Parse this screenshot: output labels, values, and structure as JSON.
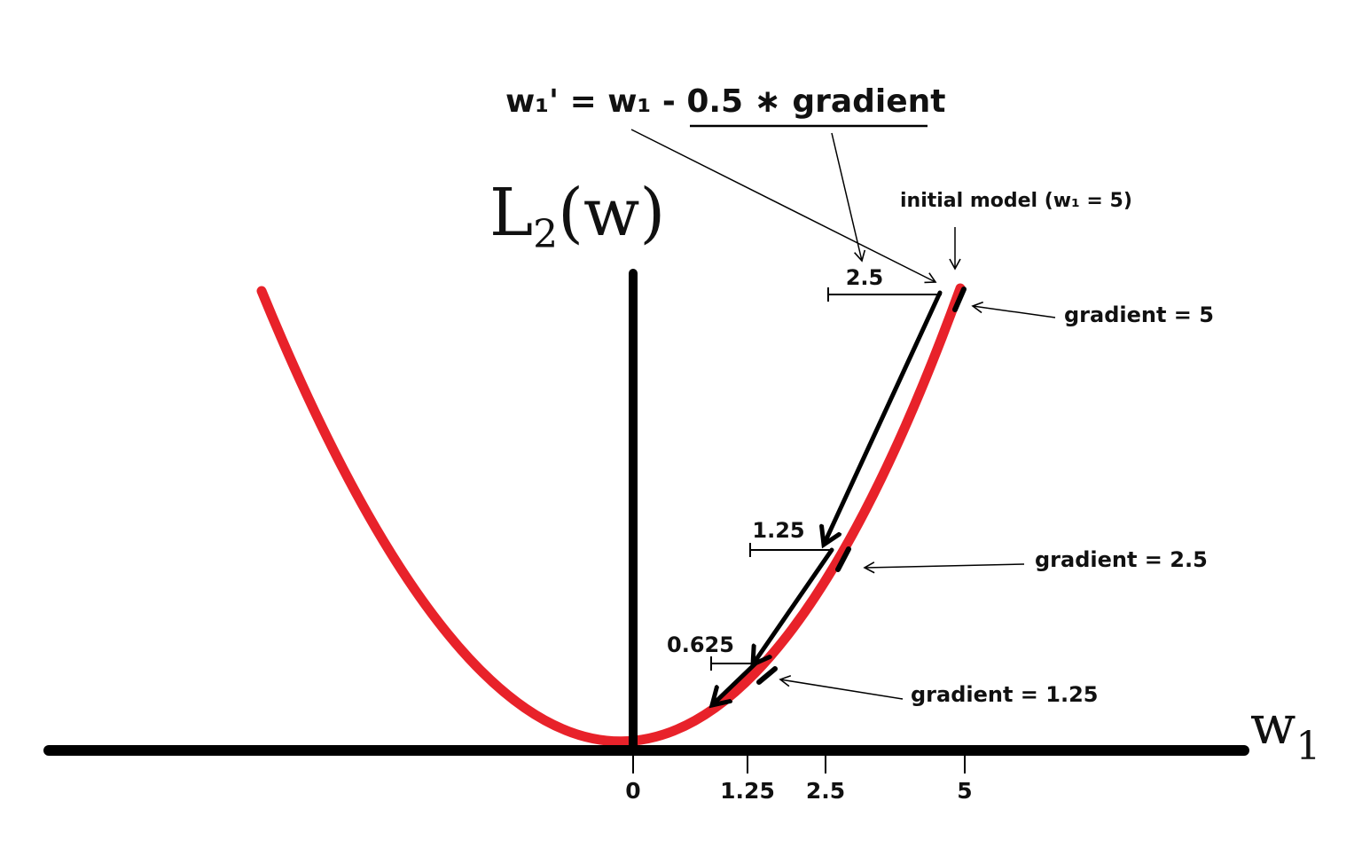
{
  "formula": {
    "text": "w₁' = w₁ - ",
    "underlined": "0.5 ∗ gradient"
  },
  "y_axis_label": {
    "main": "L",
    "subscript": "2",
    "rest": "(w)"
  },
  "x_axis_label": {
    "main": "w",
    "subscript": "1"
  },
  "annotations": {
    "initial_model": "initial model (w₁ = 5)",
    "step1": "2.5",
    "step2": "1.25",
    "step3": "0.625",
    "gradient1": "gradient = 5",
    "gradient2": "gradient = 2.5",
    "gradient3": "gradient = 1.25"
  },
  "ticks": [
    "0",
    "1.25",
    "2.5",
    "5"
  ],
  "colors": {
    "curve": "#e8222a",
    "ink": "#000000"
  },
  "icons": {
    "arrow": "arrow-icon"
  }
}
